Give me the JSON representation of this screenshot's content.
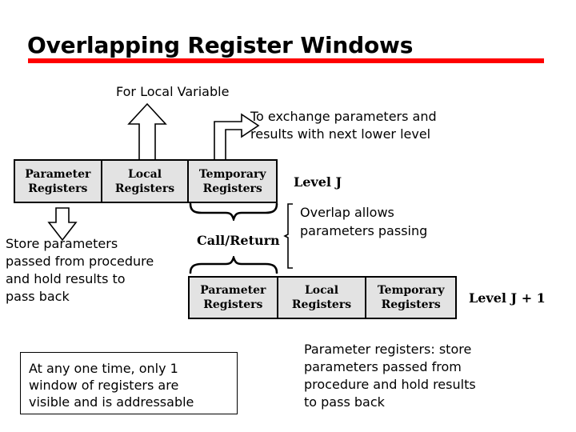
{
  "slide": {
    "title": "Overlapping Register Windows",
    "accent_color": "#ff0000",
    "background_color": "#ffffff",
    "box_fill_color": "#e3e3e3",
    "box_border_color": "#000000"
  },
  "annotations": {
    "local_variable": "For Local Variable",
    "exchange": "To exchange parameters and\nresults with next lower level",
    "store_params": "Store parameters\npassed from procedure\nand hold results to\npass back",
    "overlap": "Overlap allows\nparameters passing",
    "call_return": "Call/Return",
    "note_box": "At any one time, only 1\nwindow of registers are\nvisible and is addressable",
    "param_note": "Parameter registers: store\nparameters passed from\nprocedure and hold results\nto pass back"
  },
  "rows": [
    {
      "level_label": "Level J",
      "cells": [
        {
          "line1": "Parameter",
          "line2": "Registers"
        },
        {
          "line1": "Local",
          "line2": "Registers"
        },
        {
          "line1": "Temporary",
          "line2": "Registers"
        }
      ]
    },
    {
      "level_label": "Level J + 1",
      "cells": [
        {
          "line1": "Parameter",
          "line2": "Registers"
        },
        {
          "line1": "Local",
          "line2": "Registers"
        },
        {
          "line1": "Temporary",
          "line2": "Registers"
        }
      ]
    }
  ]
}
